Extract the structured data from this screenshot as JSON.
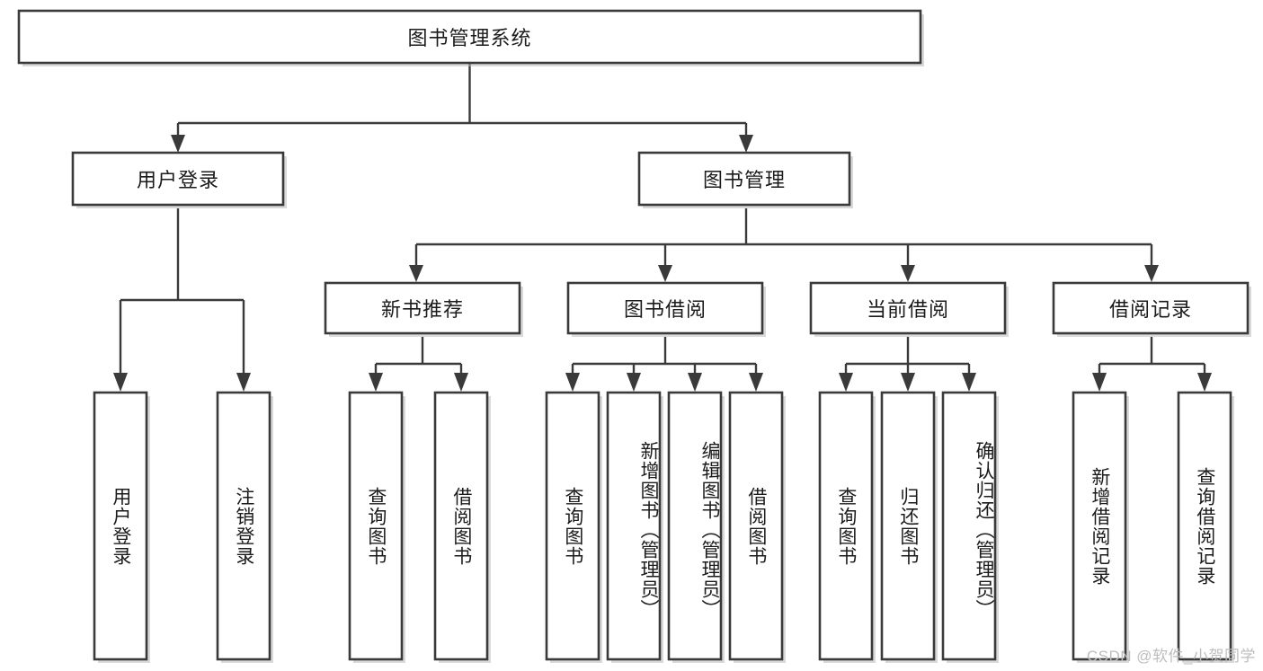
{
  "diagram": {
    "title": "图书管理系统",
    "type": "tree-hierarchy",
    "watermark": "CSDN @软件_小贺同学",
    "colors": {
      "stroke": "#3a3a3a",
      "box_fill": "#ffffff",
      "text": "#1b1b1b",
      "background": "#ffffff",
      "watermark": "#bdbdbd"
    },
    "nodes": {
      "root": {
        "label": "图书管理系统",
        "orientation": "horizontal"
      },
      "level2": [
        {
          "id": "user-login",
          "label": "用户登录",
          "orientation": "horizontal"
        },
        {
          "id": "book-manage",
          "label": "图书管理",
          "orientation": "horizontal"
        }
      ],
      "level3": [
        {
          "id": "new-book-recommend",
          "label": "新书推荐",
          "orientation": "horizontal"
        },
        {
          "id": "book-borrow",
          "label": "图书借阅",
          "orientation": "horizontal"
        },
        {
          "id": "current-borrow",
          "label": "当前借阅",
          "orientation": "horizontal"
        },
        {
          "id": "borrow-record",
          "label": "借阅记录",
          "orientation": "horizontal"
        }
      ],
      "leaves": [
        {
          "id": "leaf-user-login",
          "label": "用户登录",
          "parent": "user-login",
          "orientation": "vertical"
        },
        {
          "id": "leaf-logout-login",
          "label": "注销登录",
          "parent": "user-login",
          "orientation": "vertical"
        },
        {
          "id": "leaf-query-book-1",
          "label": "查询图书",
          "parent": "new-book-recommend",
          "orientation": "vertical"
        },
        {
          "id": "leaf-borrow-book-1",
          "label": "借阅图书",
          "parent": "new-book-recommend",
          "orientation": "vertical"
        },
        {
          "id": "leaf-query-book-2",
          "label": "查询图书",
          "parent": "book-borrow",
          "orientation": "vertical"
        },
        {
          "id": "leaf-add-book",
          "label": "新增图书（管理员）",
          "parent": "book-borrow",
          "orientation": "vertical"
        },
        {
          "id": "leaf-edit-book",
          "label": "编辑图书（管理员）",
          "parent": "book-borrow",
          "orientation": "vertical"
        },
        {
          "id": "leaf-borrow-book-2",
          "label": "借阅图书",
          "parent": "book-borrow",
          "orientation": "vertical"
        },
        {
          "id": "leaf-query-book-3",
          "label": "查询图书",
          "parent": "current-borrow",
          "orientation": "vertical"
        },
        {
          "id": "leaf-return-book",
          "label": "归还图书",
          "parent": "current-borrow",
          "orientation": "vertical"
        },
        {
          "id": "leaf-confirm-return",
          "label": "确认归还（管理员）",
          "parent": "current-borrow",
          "orientation": "vertical"
        },
        {
          "id": "leaf-add-borrow-record",
          "label": "新增借阅记录",
          "parent": "borrow-record",
          "orientation": "vertical"
        },
        {
          "id": "leaf-query-borrow-record",
          "label": "查询借阅记录",
          "parent": "borrow-record",
          "orientation": "vertical"
        }
      ]
    }
  }
}
